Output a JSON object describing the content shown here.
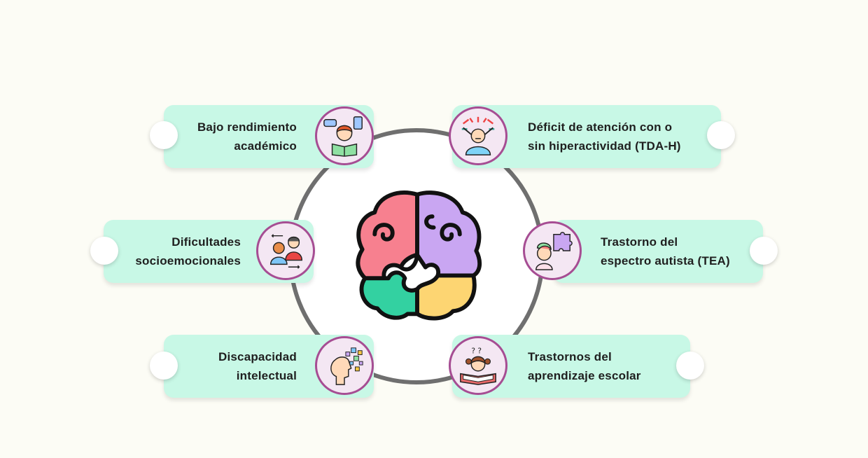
{
  "items": [
    {
      "line1": "Bajo rendimiento",
      "line2": "académico",
      "icon": "student-reading-icon"
    },
    {
      "line1": "Déficit de atención con o",
      "line2": "sin hiperactividad (TDA-H)",
      "icon": "stressed-person-icon"
    },
    {
      "line1": "Dificultades",
      "line2": "socioemocionales",
      "icon": "two-people-talking-icon"
    },
    {
      "line1": "Trastorno del",
      "line2": "espectro autista (TEA)",
      "icon": "child-puzzle-icon"
    },
    {
      "line1": "Discapacidad",
      "line2": "intelectual",
      "icon": "head-pixels-icon"
    },
    {
      "line1": "Trastornos del",
      "line2": "aprendizaje escolar",
      "icon": "girl-reading-question-icon"
    }
  ],
  "center": {
    "icon": "puzzle-brain-icon"
  },
  "colors": {
    "card": "#c8f8e6",
    "badge_border": "#a64d93",
    "badge_fill": "#f4e7f3",
    "ring": "#6f6f6f",
    "brain_pink": "#f7808f",
    "brain_purple": "#c9a6f2",
    "brain_green": "#33d1a1",
    "brain_yellow": "#fdd572"
  }
}
